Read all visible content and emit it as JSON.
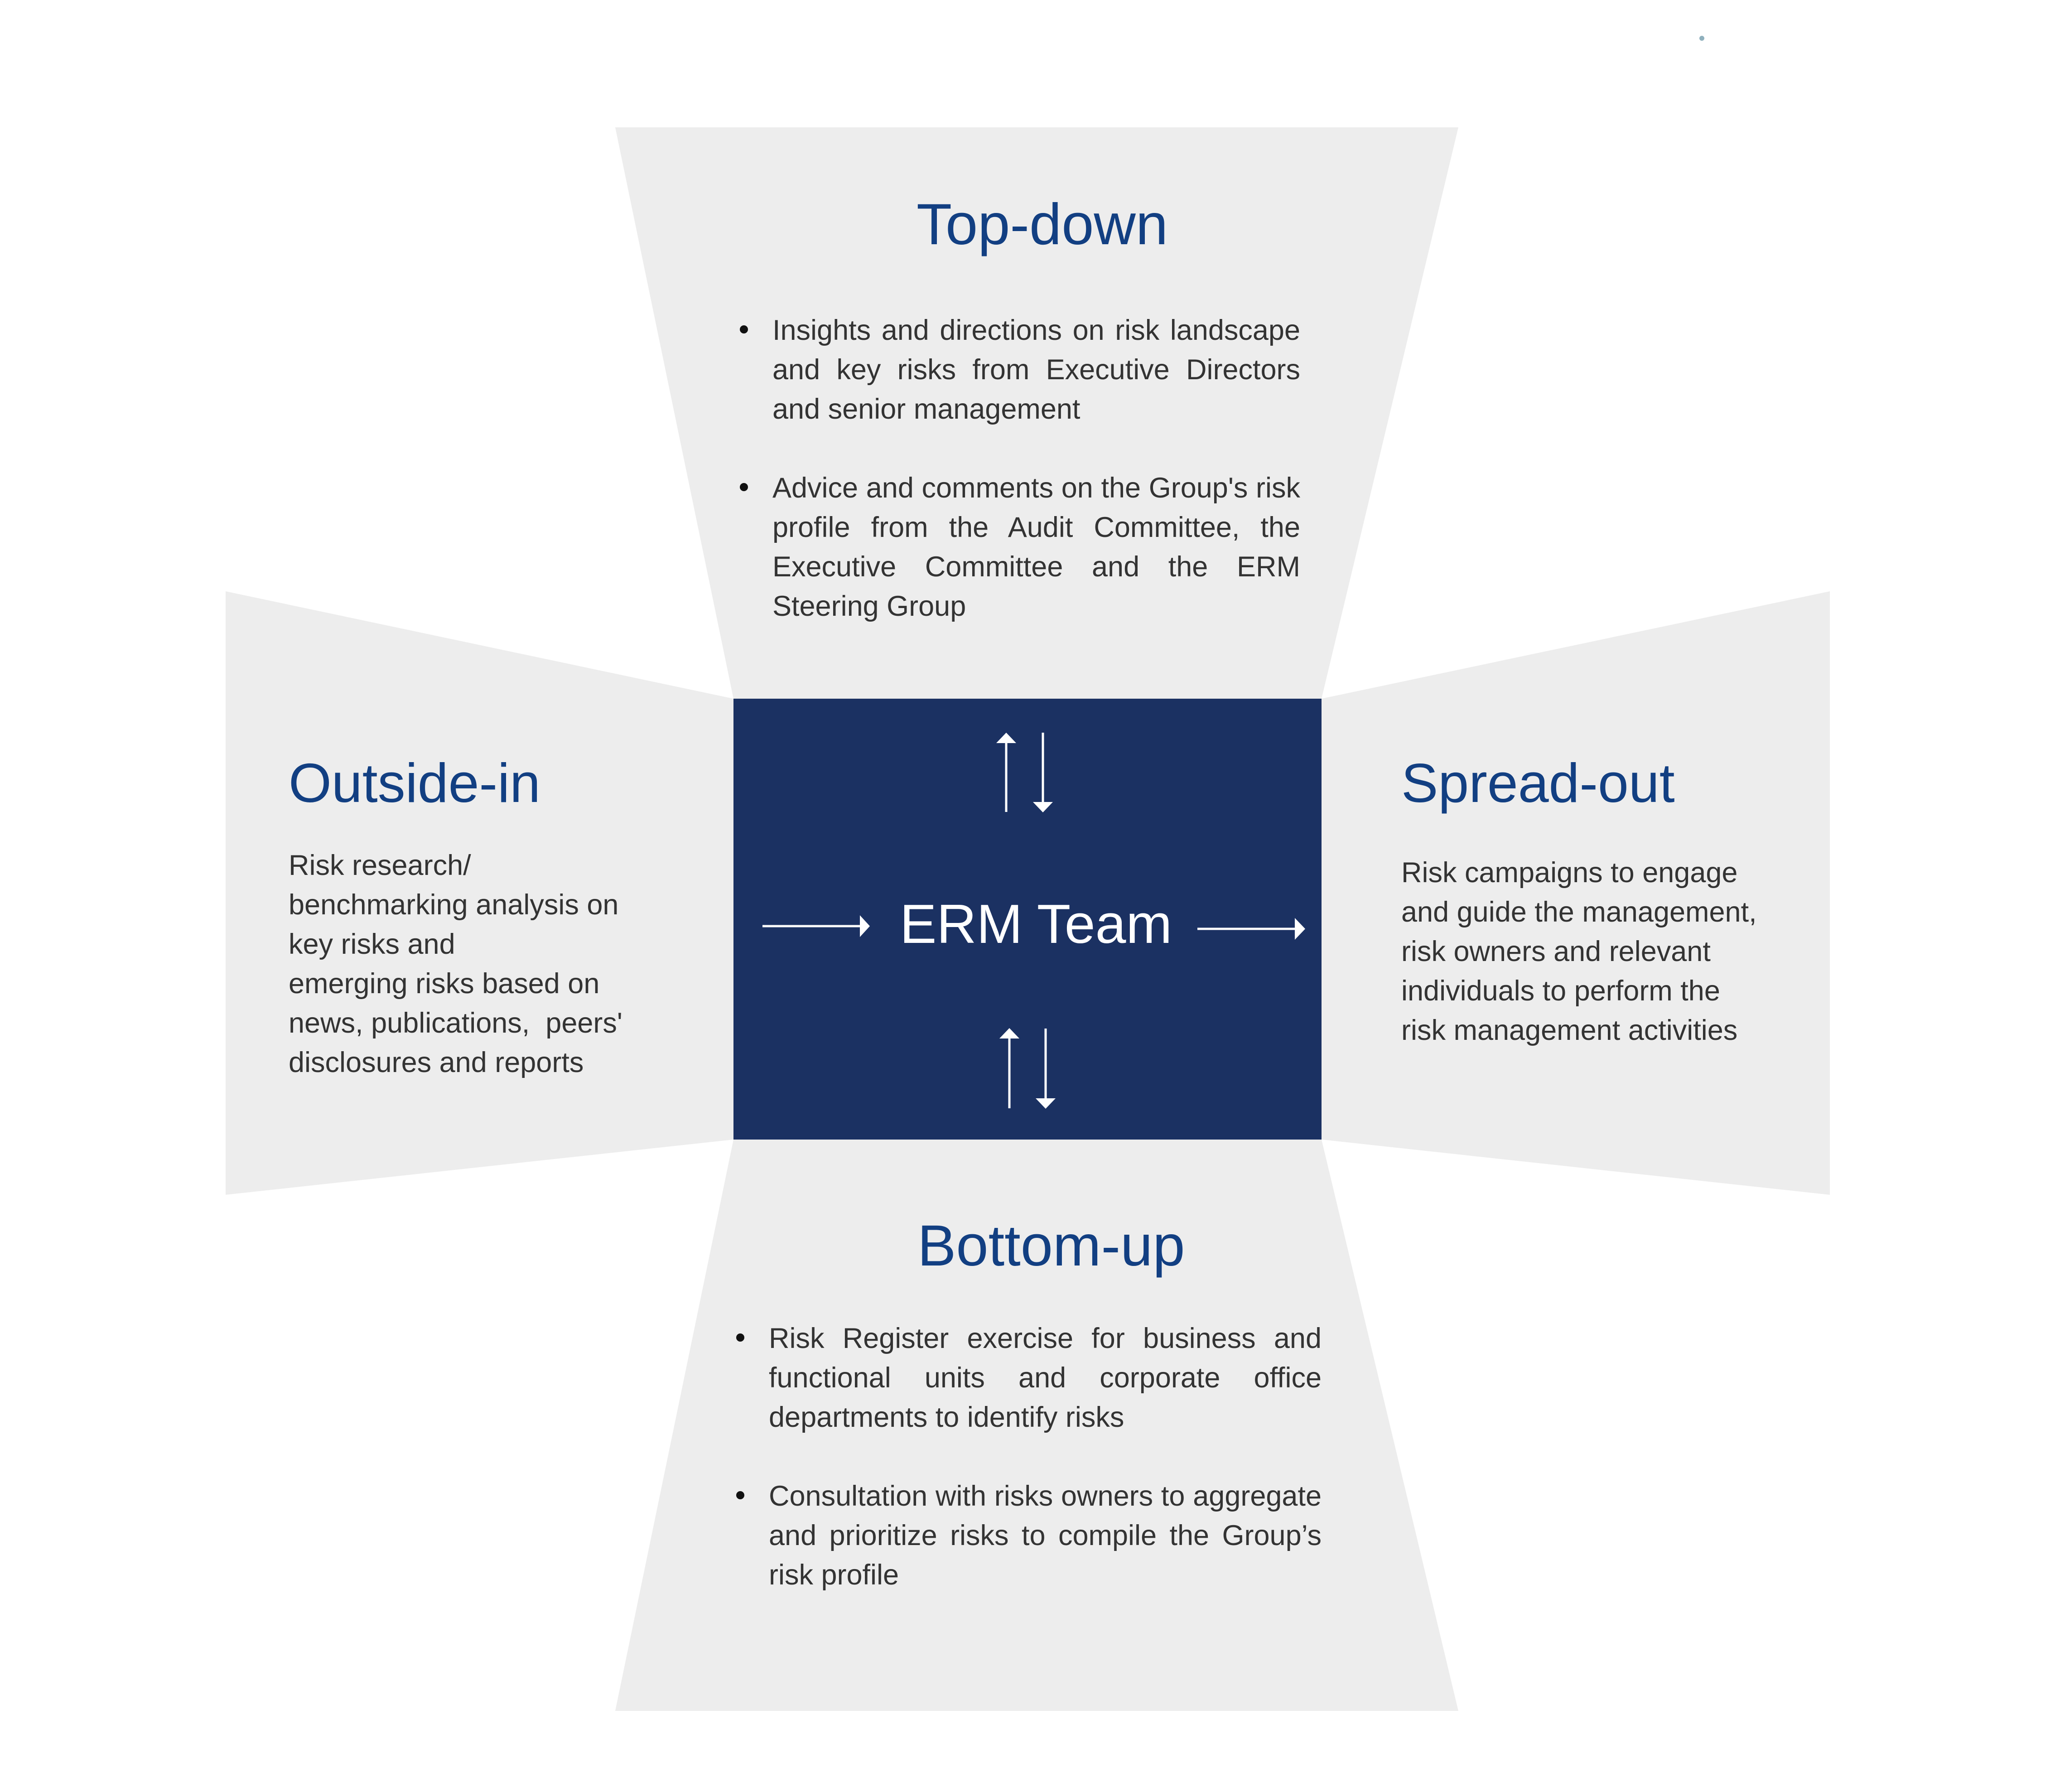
{
  "colors": {
    "panel_fill": "#ededed",
    "center_fill": "#1b3162",
    "title_color": "#123f82",
    "body_text_color": "#333333",
    "center_text_color": "#ffffff",
    "decorative_dot": "#8fb0bd"
  },
  "center": {
    "label": "ERM Team",
    "arrows": [
      "arrow-up",
      "arrow-down",
      "arrow-right-in",
      "arrow-right-out",
      "arrow-up",
      "arrow-down"
    ]
  },
  "top_panel": {
    "title": "Top-down",
    "bullets": [
      "Insights and directions on risk landscape and key risks from Executive Directors and senior management",
      "Advice and comments on the Group's risk profile from the Audit Committee, the Executive Committee and the ERM Steering Group"
    ]
  },
  "left_panel": {
    "title": "Outside-in",
    "text": "Risk research/ benchmarking analysis on key risks and emerging risks based on news, publications,  peers' disclosures and reports",
    "lines": [
      "Risk research/",
      "benchmarking analysis on",
      "key risks and",
      "emerging risks based on",
      "news, publications,  peers'",
      "disclosures and reports"
    ]
  },
  "right_panel": {
    "title": "Spread-out",
    "text": "Risk campaigns to engage and guide the management, risk owners and relevant individuals to perform the risk management activities",
    "lines": [
      "Risk campaigns to engage",
      "and guide the management,",
      "risk owners and relevant",
      "individuals to perform the",
      "risk management activities"
    ]
  },
  "bottom_panel": {
    "title": "Bottom-up",
    "bullets": [
      "Risk Register exercise for business and functional units and corporate office departments to identify risks",
      "Consultation with risks owners to aggregate and prioritize risks to compile the Group’s risk profile"
    ]
  }
}
